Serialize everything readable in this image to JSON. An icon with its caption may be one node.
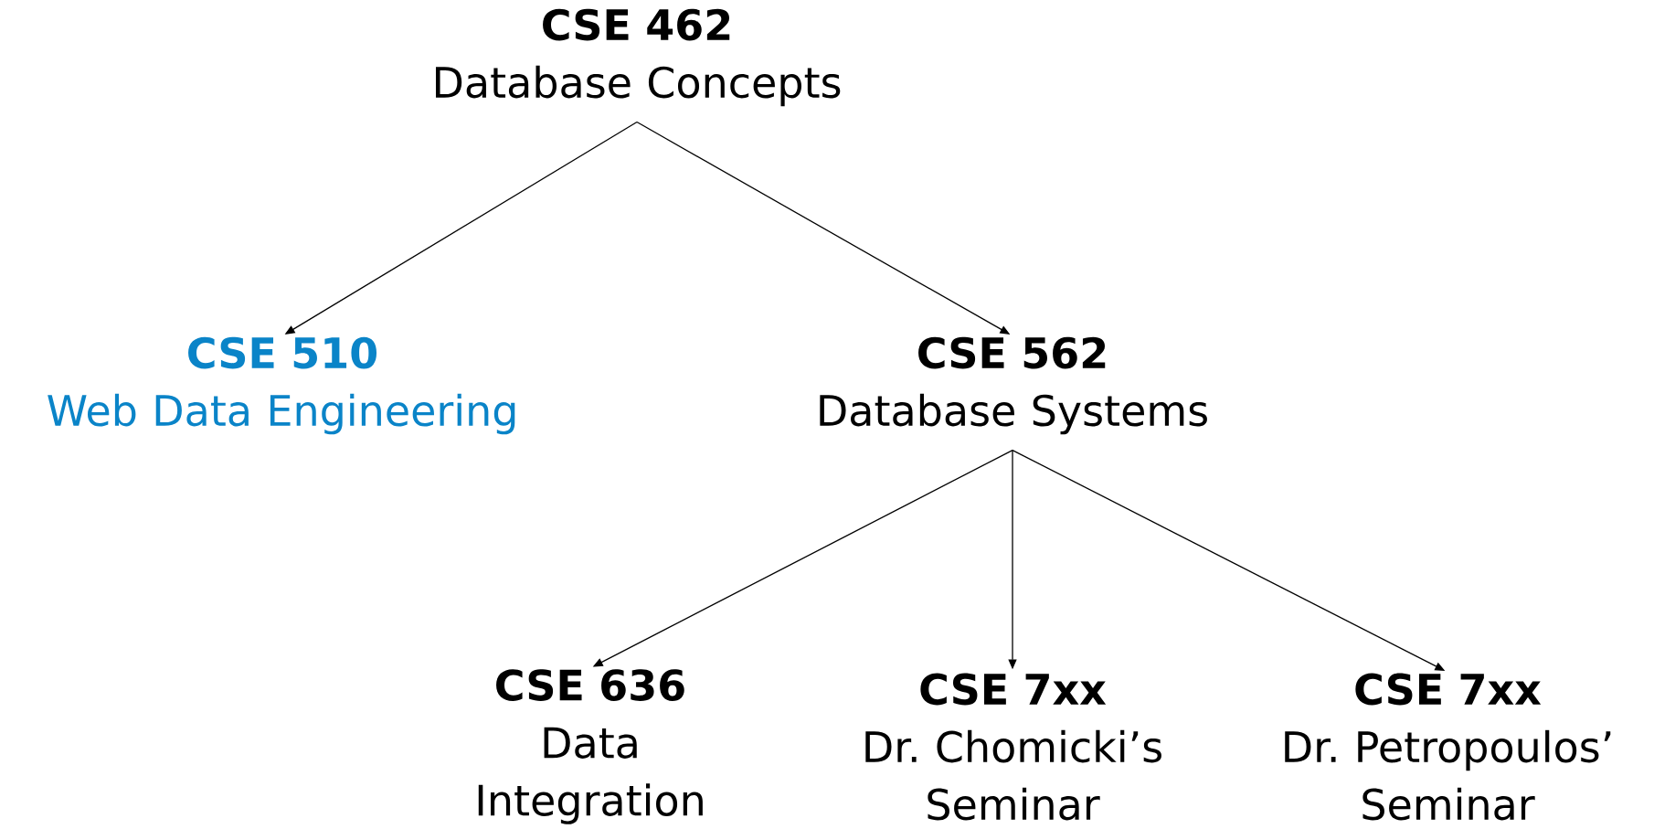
{
  "diagram": {
    "nodes": [
      {
        "text": [
          "CSE 462",
          "Database Concepts"
        ]
      },
      {
        "text": [
          "CSE 510",
          "Web Data Engineering"
        ]
      },
      {
        "text": [
          "CSE 562",
          "Database Systems"
        ]
      },
      {
        "text": [
          "CSE 636",
          "Data Integration"
        ]
      },
      {
        "text": [
          "CSE 7xx",
          "Dr. Chomicki’s Seminar"
        ]
      },
      {
        "text": [
          "CSE 7xx",
          "Dr. Petropoulos’ Seminar"
        ]
      }
    ],
    "edges": [
      {
        "from": 0,
        "to": 1,
        "arrow": "to"
      },
      {
        "from": 0,
        "to": 2,
        "arrow": "to"
      },
      {
        "from": 2,
        "to": 3,
        "arrow": "to"
      },
      {
        "from": 2,
        "to": 4,
        "arrow": "to"
      },
      {
        "from": 2,
        "to": 5,
        "arrow": "to"
      }
    ]
  }
}
